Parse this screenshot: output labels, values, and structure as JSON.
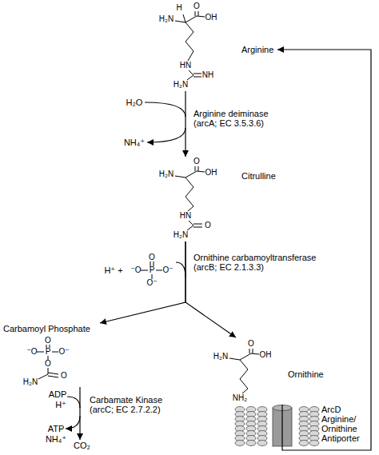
{
  "diagram": {
    "nodes": [
      {
        "text": [
          "Arginine"
        ]
      },
      {
        "text": [
          "Citrulline"
        ]
      },
      {
        "text": [
          "Carbamoyl Phosphate"
        ]
      },
      {
        "text": [
          "Ornithine"
        ]
      },
      {
        "text": [
          "CO₂"
        ]
      }
    ],
    "edges": [
      {
        "from": 0,
        "to": 1,
        "arrow": "to"
      },
      {
        "from": 1,
        "to": 2,
        "arrow": "to"
      },
      {
        "from": 1,
        "to": 3,
        "arrow": "to"
      },
      {
        "from": 2,
        "to": 4,
        "arrow": "to"
      },
      {
        "from": 3,
        "to": 0,
        "arrow": "to"
      }
    ],
    "labels": [
      "H₂N",
      "H",
      "O",
      "OH",
      "HN",
      "H₂N",
      "NH",
      "H₂O",
      "Arginine deiminase (arcA; EC 3.5.3.6)",
      "NH₄⁺",
      "H₂N",
      "O",
      "OH",
      "HN",
      "O",
      "H₂N",
      "H⁺ +",
      "O",
      "⁻O",
      "P",
      "O⁻",
      "O⁻",
      "Ornithine carbamoyltransferase (arcB; EC 2.1.3.3)",
      "O",
      "⁻O",
      "P",
      "O⁻",
      "O",
      "O",
      "H₂N",
      "H₂N",
      "O",
      "OH",
      "NH₂",
      "ADP",
      "H⁺",
      "Carbamate Kinase (arcC; EC 2.7.2.2)",
      "ATP",
      "NH₄⁺",
      "ArcD Arginine/ Ornithine Antiporter"
    ]
  }
}
